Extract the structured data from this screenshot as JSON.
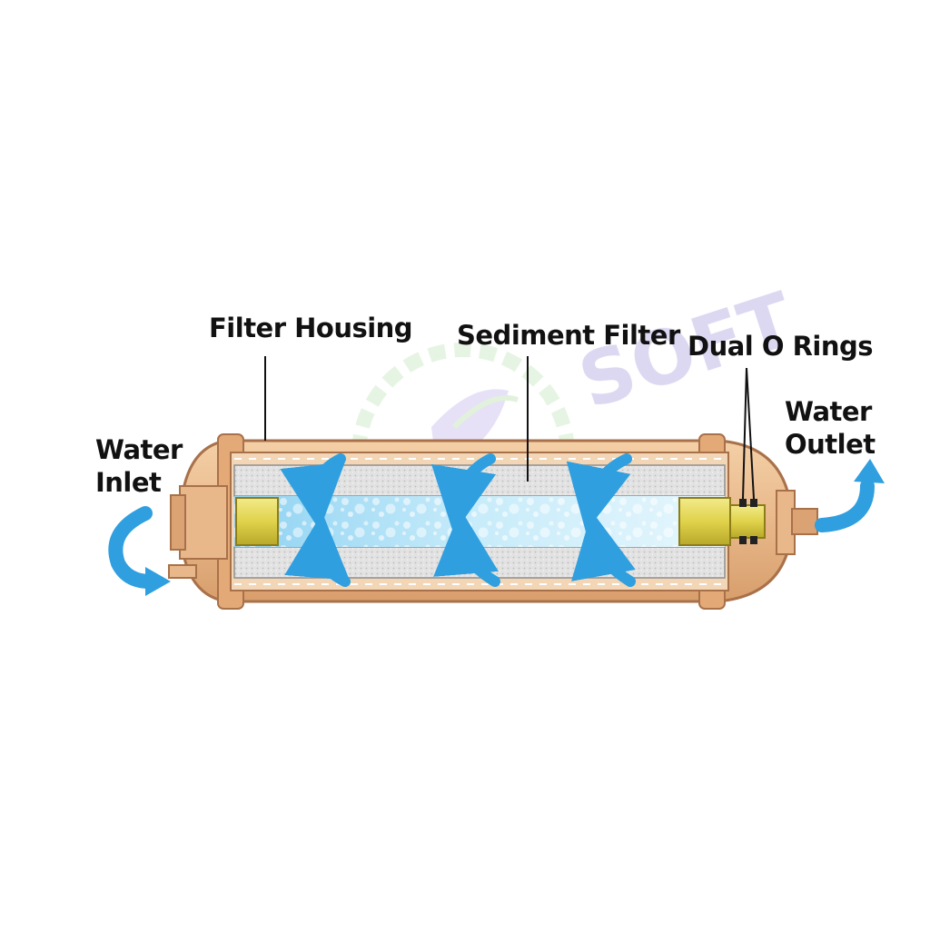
{
  "labels": {
    "filter_housing": "Filter Housing",
    "sediment_filter": "Sediment Filter",
    "dual_o_rings": "Dual O Rings",
    "water_inlet_line1": "Water",
    "water_inlet_line2": "Inlet",
    "water_outlet_line1": "Water",
    "water_outlet_line2": "Outlet"
  },
  "watermark": {
    "text": "SOFT"
  },
  "colors": {
    "housing": "#e8b88a",
    "housing_stroke": "#a8714a",
    "filter_media": "#d8d8d8",
    "water": "#bfe6f7",
    "arrow": "#2f9fdf",
    "fitting": "#e6dc5a",
    "label": "#111111"
  }
}
